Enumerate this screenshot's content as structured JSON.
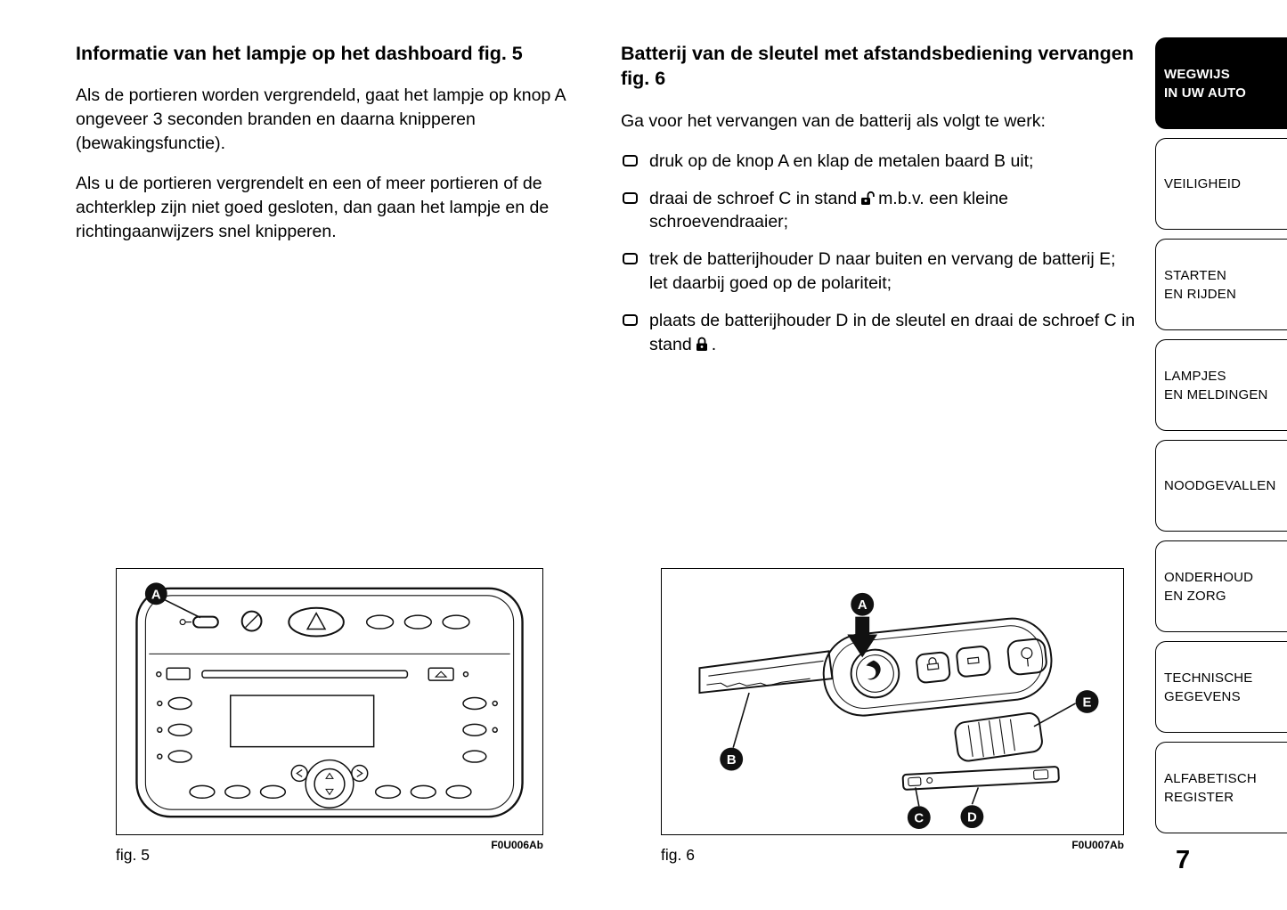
{
  "page": {
    "number": "7"
  },
  "left_column": {
    "heading": "Informatie van het lampje op het dashboard fig. 5",
    "paragraphs": [
      "Als de portieren worden vergrendeld, gaat het lampje op knop A ongeveer 3 seconden branden en daarna knipperen (bewakingsfunctie).",
      "Als u de portieren vergrendelt en een of meer portieren of de achterklep zijn niet goed gesloten, dan gaan het lampje en de richtingaanwijzers snel knipperen."
    ]
  },
  "right_column": {
    "heading": "Batterij van de sleutel met afstandsbediening vervangen fig. 6",
    "intro": "Ga voor het vervangen van de batterij als volgt te werk:",
    "bullets": [
      {
        "text": "druk op de knop A en klap de metalen baard B uit;"
      },
      {
        "text": "draai de schroef C in stand",
        "icon": "open-padlock",
        "text_after_icon": "m.b.v. een kleine schroevendraaier;"
      },
      {
        "text": "trek de batterijhouder D naar buiten en vervang de batterij E; let daarbij goed op de polariteit;"
      },
      {
        "text": "plaats de batterijhouder D in de sleutel en draai de schroef C in stand",
        "icon": "closed-padlock",
        "text_after_icon": "."
      }
    ]
  },
  "sidebar": {
    "tabs": [
      {
        "label": "WEGWIJS\nIN UW AUTO",
        "active": true
      },
      {
        "label": "VEILIGHEID",
        "active": false
      },
      {
        "label": "STARTEN\nEN RIJDEN",
        "active": false
      },
      {
        "label": "LAMPJES\nEN MELDINGEN",
        "active": false
      },
      {
        "label": "NOODGEVALLEN",
        "active": false
      },
      {
        "label": "ONDERHOUD\nEN ZORG",
        "active": false
      },
      {
        "label": "TECHNISCHE\nGEGEVENS",
        "active": false
      },
      {
        "label": "ALFABETISCH\nREGISTER",
        "active": false
      }
    ]
  },
  "figures": {
    "fig5": {
      "caption": "fig. 5",
      "code": "F0U006Ab",
      "callouts": {
        "a": "A"
      }
    },
    "fig6": {
      "caption": "fig. 6",
      "code": "F0U007Ab",
      "callouts": {
        "a": "A",
        "b": "B",
        "c": "C",
        "d": "D",
        "e": "E"
      }
    }
  },
  "colors": {
    "text": "#000000",
    "tab_active_bg": "#000000",
    "tab_active_text": "#ffffff"
  }
}
